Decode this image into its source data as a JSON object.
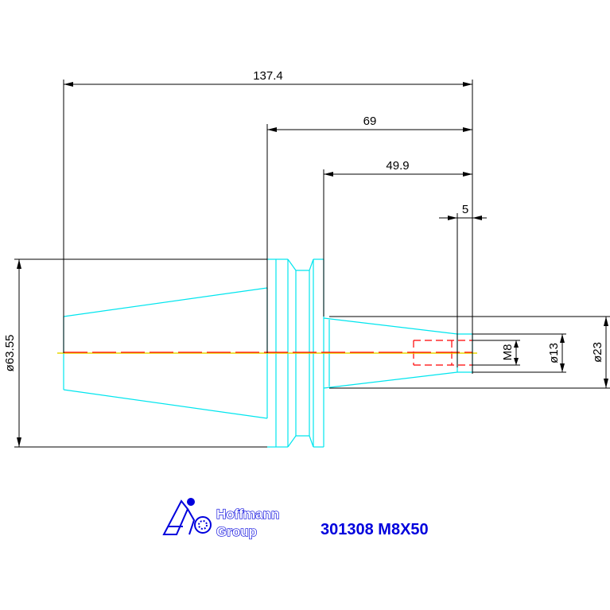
{
  "dimensions": {
    "overall_length": "137.4",
    "flange_to_end": "69",
    "shank_length": "49.9",
    "thread_depth": "5",
    "flange_diameter": "ø63.55",
    "thread": "M8",
    "bore_diameter": "ø13",
    "nose_diameter": "ø23"
  },
  "logo": {
    "line1": "Hoffmann",
    "line2": "Group"
  },
  "part_number": "301308 M8X50",
  "colors": {
    "outline": "#00e5ee",
    "dimension": "#000000",
    "centerline": "#e8d800",
    "hidden": "#ff0000",
    "brand": "#0000dd"
  }
}
